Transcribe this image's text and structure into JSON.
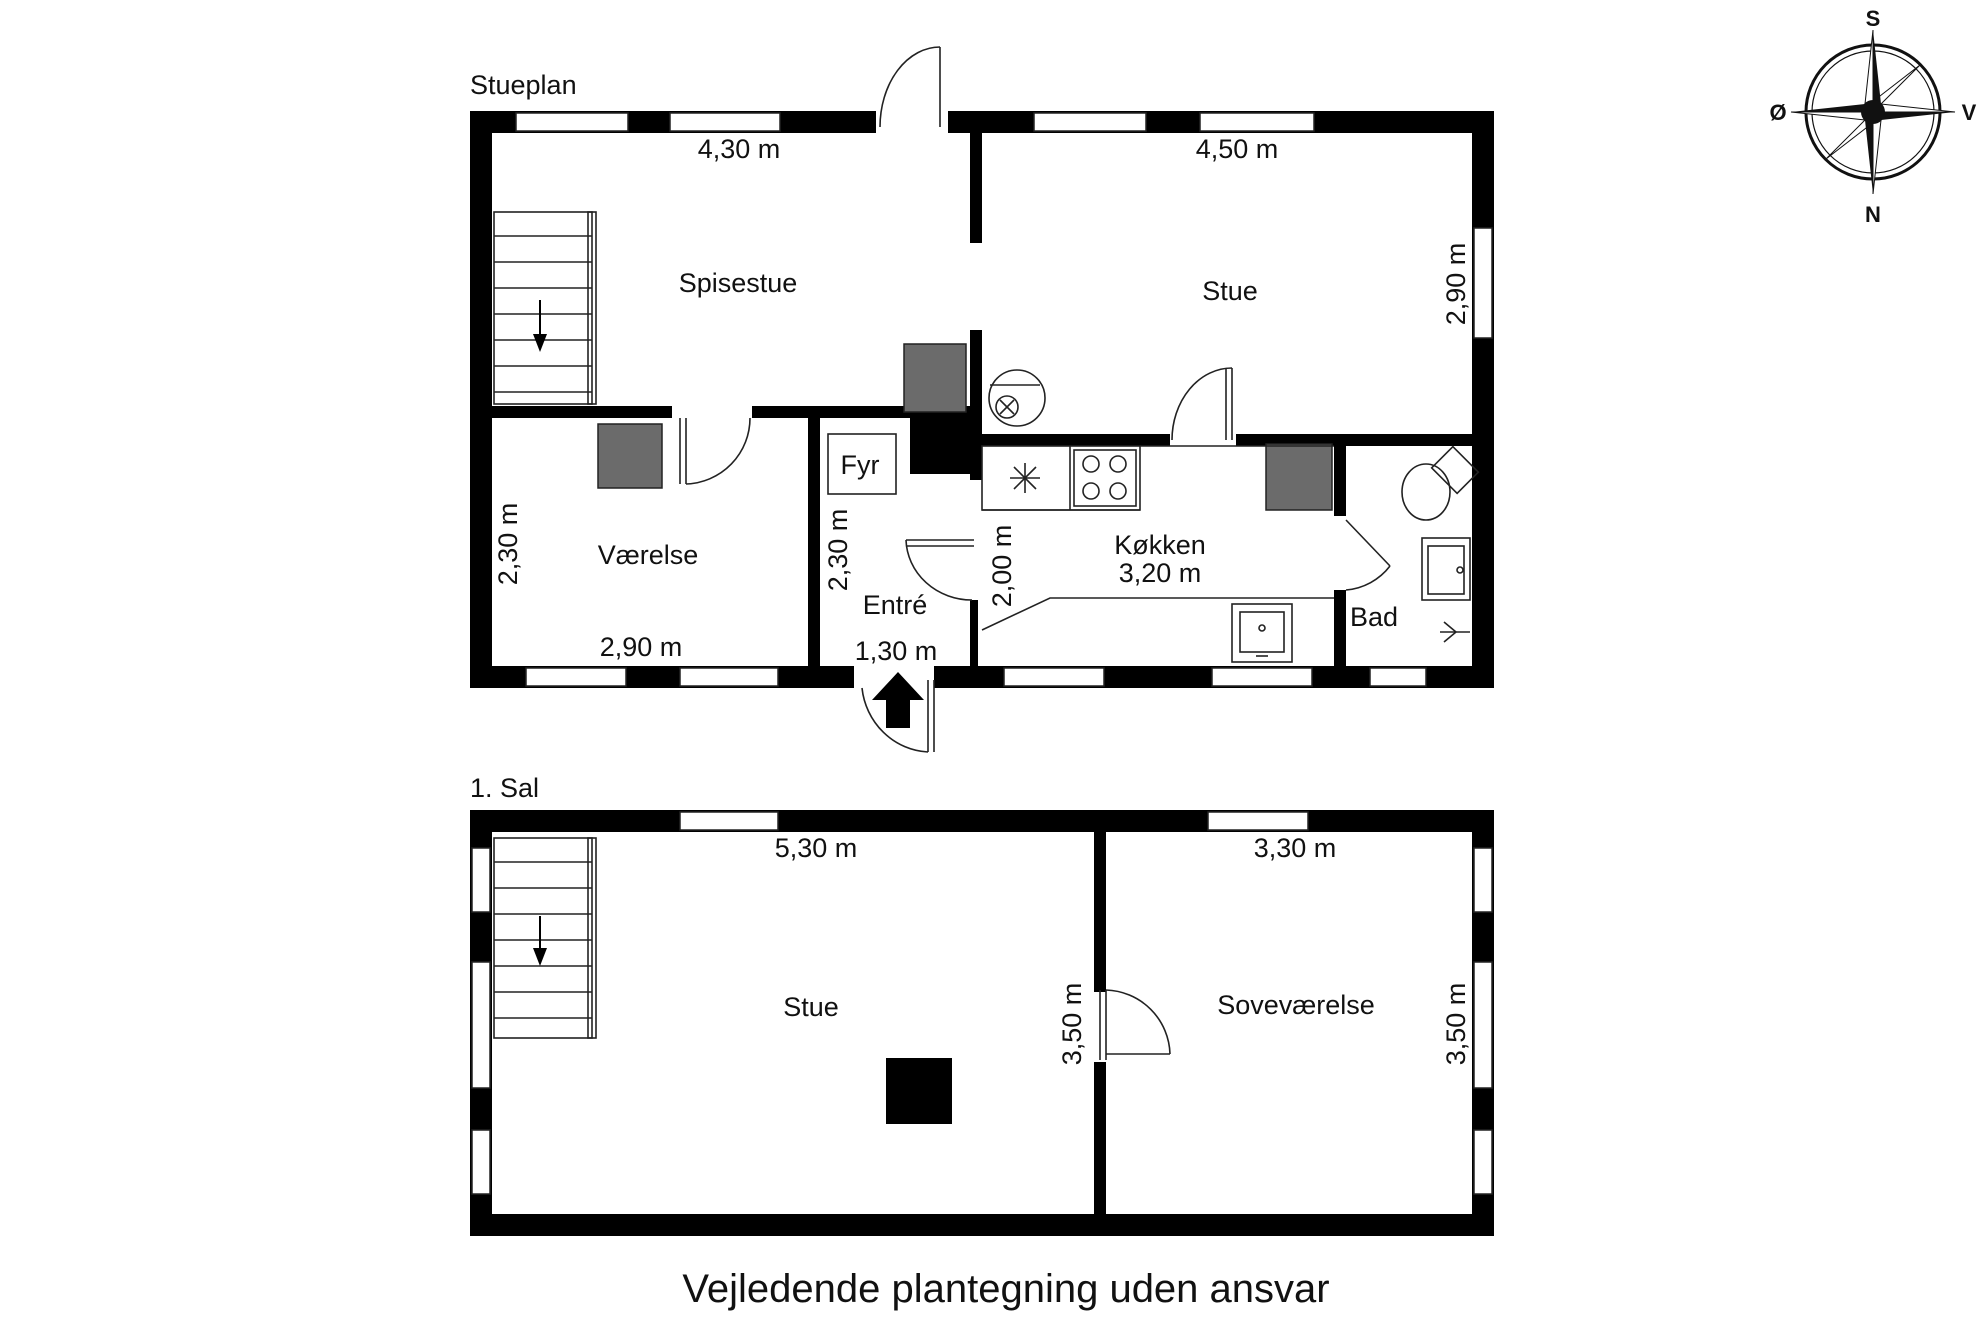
{
  "colors": {
    "wall": "#000000",
    "window": "#ffffff",
    "chimney": "#6b6b6b",
    "text": "#111111"
  },
  "floors": {
    "ground": {
      "label": "Stueplan"
    },
    "upper": {
      "label": "1. Sal"
    }
  },
  "rooms": {
    "spisestue": "Spisestue",
    "stue_ground": "Stue",
    "vaerelse": "Værelse",
    "fyr": "Fyr",
    "entre": "Entré",
    "kokken": "Køkken",
    "bad": "Bad",
    "stue_upper": "Stue",
    "sovevaerelse": "Soveværelse"
  },
  "dimensions": {
    "spisestue_width": "4,30 m",
    "stue_width": "4,50 m",
    "stue_depth": "2,90 m",
    "vaerelse_depth": "2,30 m",
    "vaerelse_width": "2,90 m",
    "entre_depth": "2,30 m",
    "entre_width": "1,30 m",
    "kokken_depth": "2,00 m",
    "kokken_width": "3,20 m",
    "upper_stue_width": "5,30 m",
    "upper_stue_depth": "3,50 m",
    "sove_width": "3,30 m",
    "sove_depth": "3,50 m"
  },
  "compass": {
    "top": "S",
    "left": "Ø",
    "right": "V",
    "bottom": "N",
    "icon": "compass-rose-icon"
  },
  "disclaimer": "Vejledende plantegning uden ansvar"
}
